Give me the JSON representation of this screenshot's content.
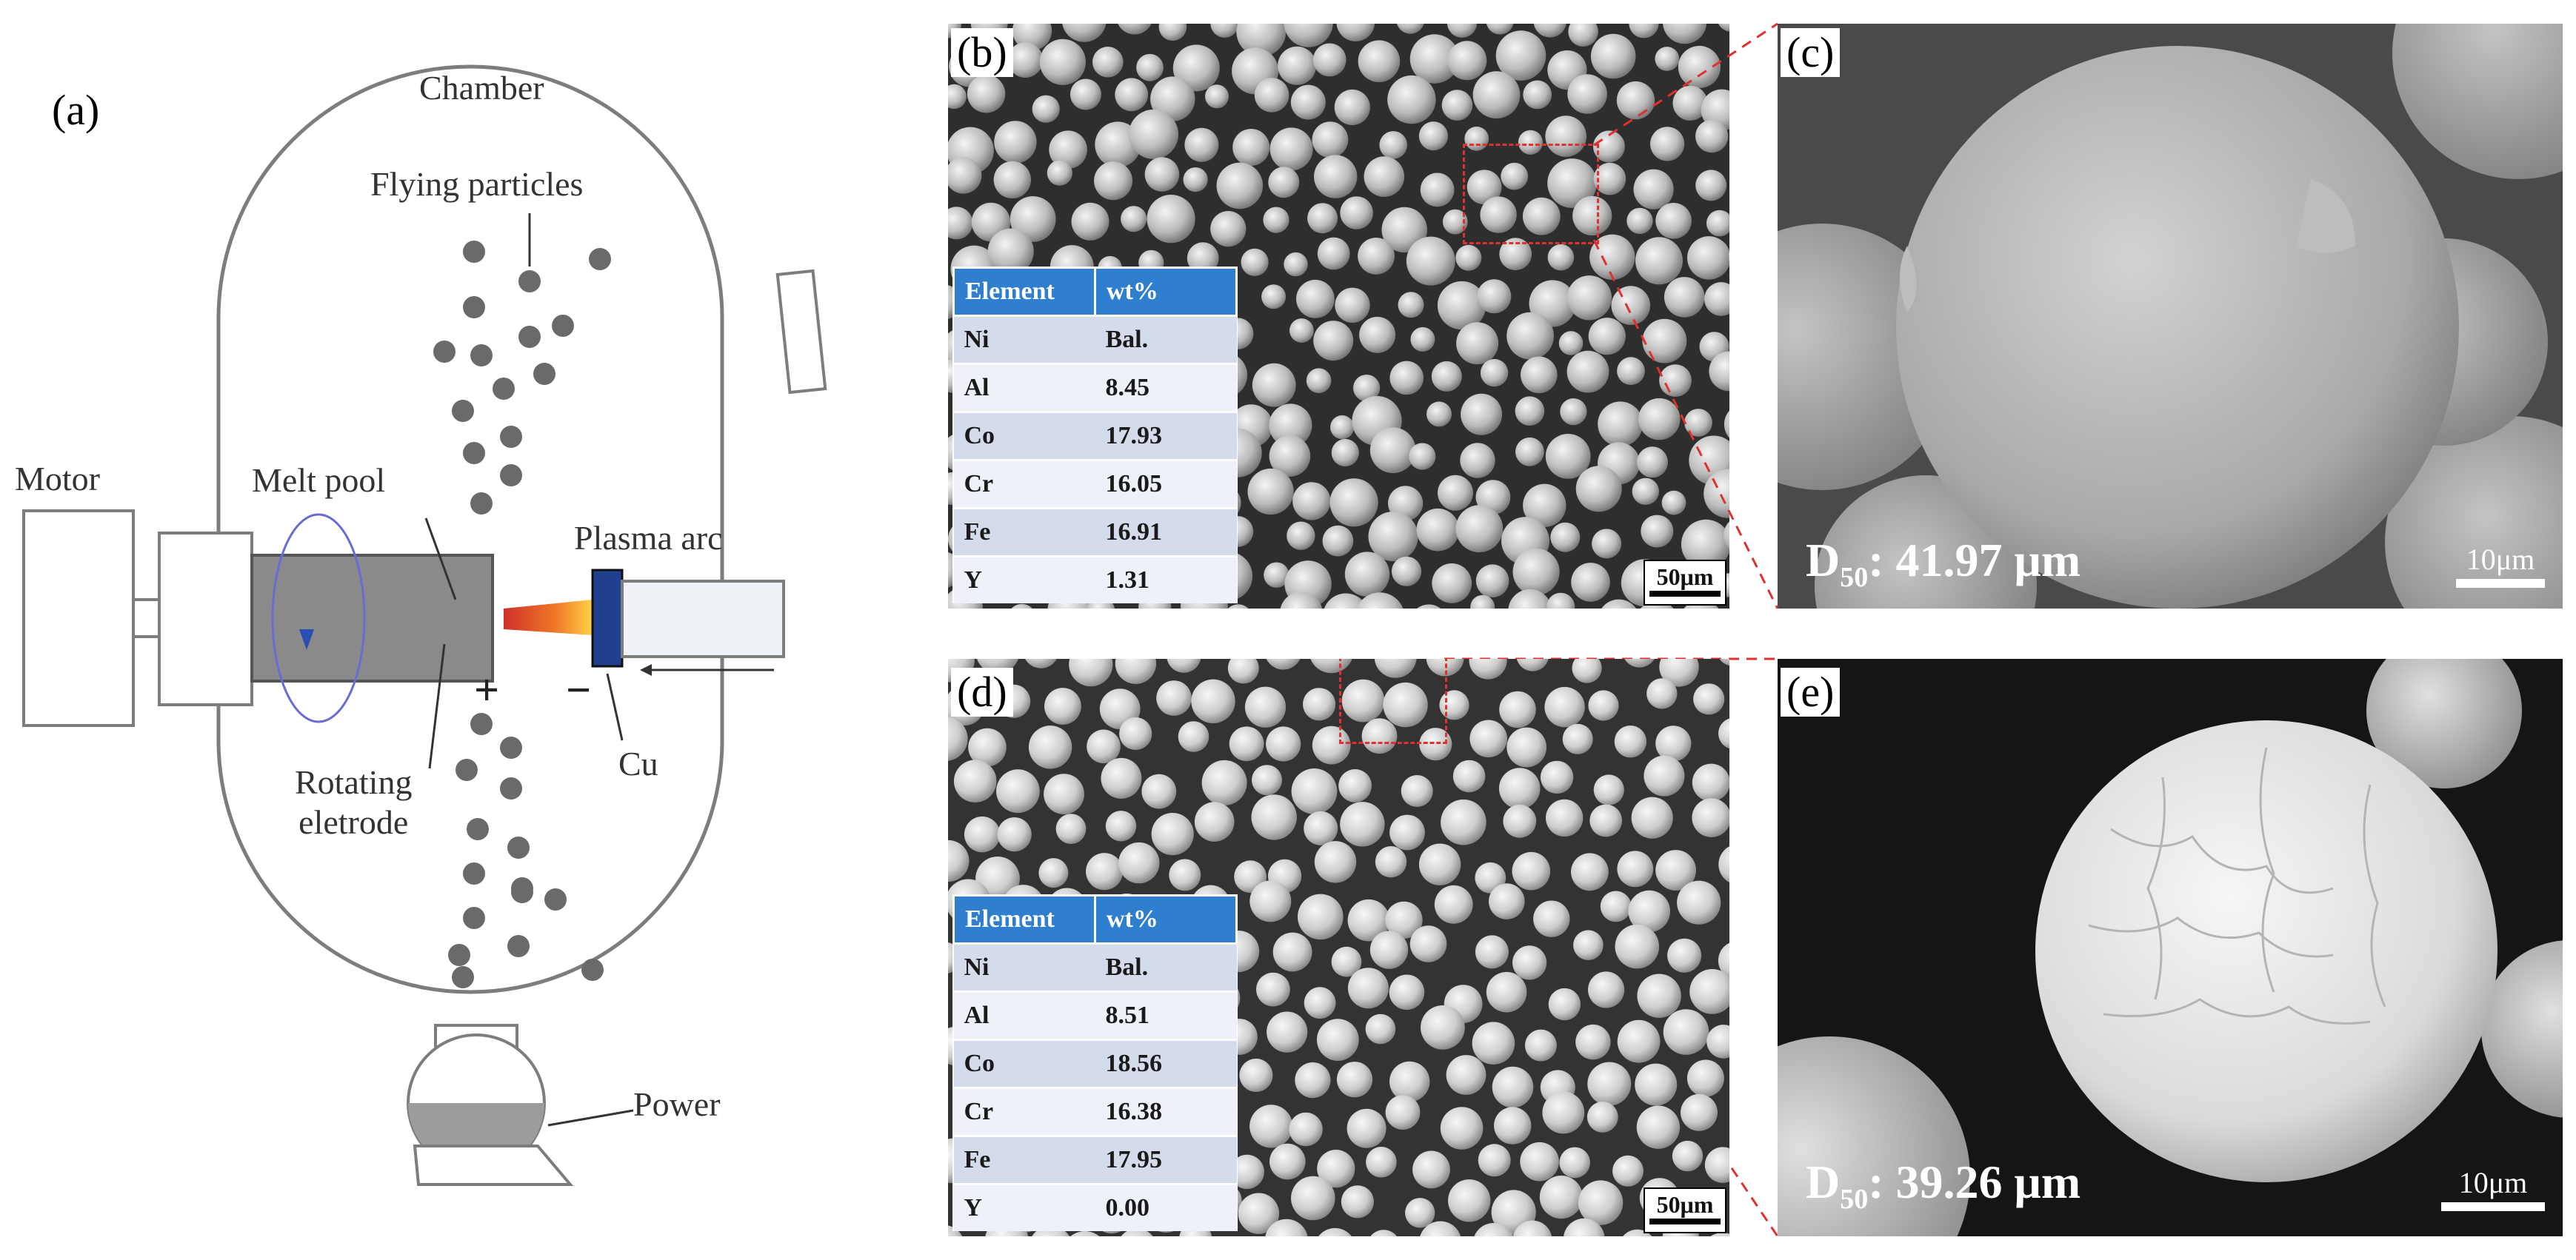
{
  "schematic": {
    "panel_label": "(a)",
    "chamber": "Chamber",
    "flying_particles": "Flying particles",
    "motor": "Motor",
    "melt_pool": "Melt pool",
    "plasma_arc": "Plasma arc",
    "rotating_electrode_line1": "Rotating",
    "rotating_electrode_line2": "eletrode",
    "cu": "Cu",
    "power": "Power",
    "plus": "+",
    "minus": "−"
  },
  "panels": {
    "b": {
      "label": "(b)",
      "scale": "50μm"
    },
    "c": {
      "label": "(c)",
      "scale": "10μm",
      "d50_prefix": "D",
      "d50_sub": "50",
      "d50_value": ": 41.97 μm"
    },
    "d": {
      "label": "(d)",
      "scale": "50μm"
    },
    "e": {
      "label": "(e)",
      "scale": "10μm",
      "d50_prefix": "D",
      "d50_sub": "50",
      "d50_value": ": 39.26 μm"
    }
  },
  "table_b": {
    "headers": [
      "Element",
      "wt%"
    ],
    "rows": [
      [
        "Ni",
        "Bal."
      ],
      [
        "Al",
        "8.45"
      ],
      [
        "Co",
        "17.93"
      ],
      [
        "Cr",
        "16.05"
      ],
      [
        "Fe",
        "16.91"
      ],
      [
        "Y",
        "1.31"
      ]
    ]
  },
  "table_d": {
    "headers": [
      "Element",
      "wt%"
    ],
    "rows": [
      [
        "Ni",
        "Bal."
      ],
      [
        "Al",
        "8.51"
      ],
      [
        "Co",
        "18.56"
      ],
      [
        "Cr",
        "16.38"
      ],
      [
        "Fe",
        "17.95"
      ],
      [
        "Y",
        "0.00"
      ]
    ]
  },
  "colors": {
    "table_header": "#2f7fce",
    "zoom_box": "#e03030",
    "electrode": "#8a8a8a",
    "cu_block": "#1f3f8f"
  }
}
